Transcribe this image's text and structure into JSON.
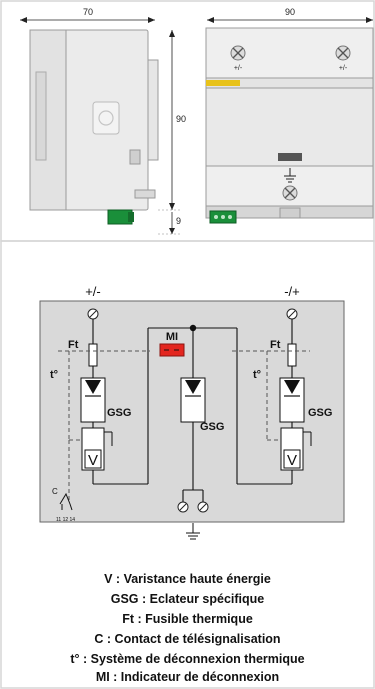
{
  "dimensions": {
    "side_width": "70",
    "front_width": "90",
    "height": "90",
    "base_height": "9"
  },
  "front_labels": {
    "top_left": "+/-",
    "top_right": "+/-"
  },
  "terminals": {
    "left_top": "+/-",
    "right_top": "-/+"
  },
  "component_labels": {
    "ft_left": "Ft",
    "ft_right": "Ft",
    "mi": "MI",
    "t_left": "t°",
    "t_right": "t°",
    "gsg_left": "GSG",
    "gsg_center": "GSG",
    "gsg_right": "GSG",
    "v_left": "V",
    "v_right": "V",
    "c": "C"
  },
  "legend": [
    "V : Varistance haute énergie",
    "GSG : Eclateur spécifique",
    "Ft : Fusible thermique",
    "C : Contact de télésignalisation",
    "t° : Système de déconnexion thermique",
    "MI : Indicateur de déconnexion"
  ],
  "colors": {
    "indicator_red": "#e3261f",
    "indicator_yellow": "#e8c21a",
    "terminal_green": "#1a8f3a",
    "device_grey": "#e9e9e9",
    "diagram_bg": "#d9d9d9"
  }
}
